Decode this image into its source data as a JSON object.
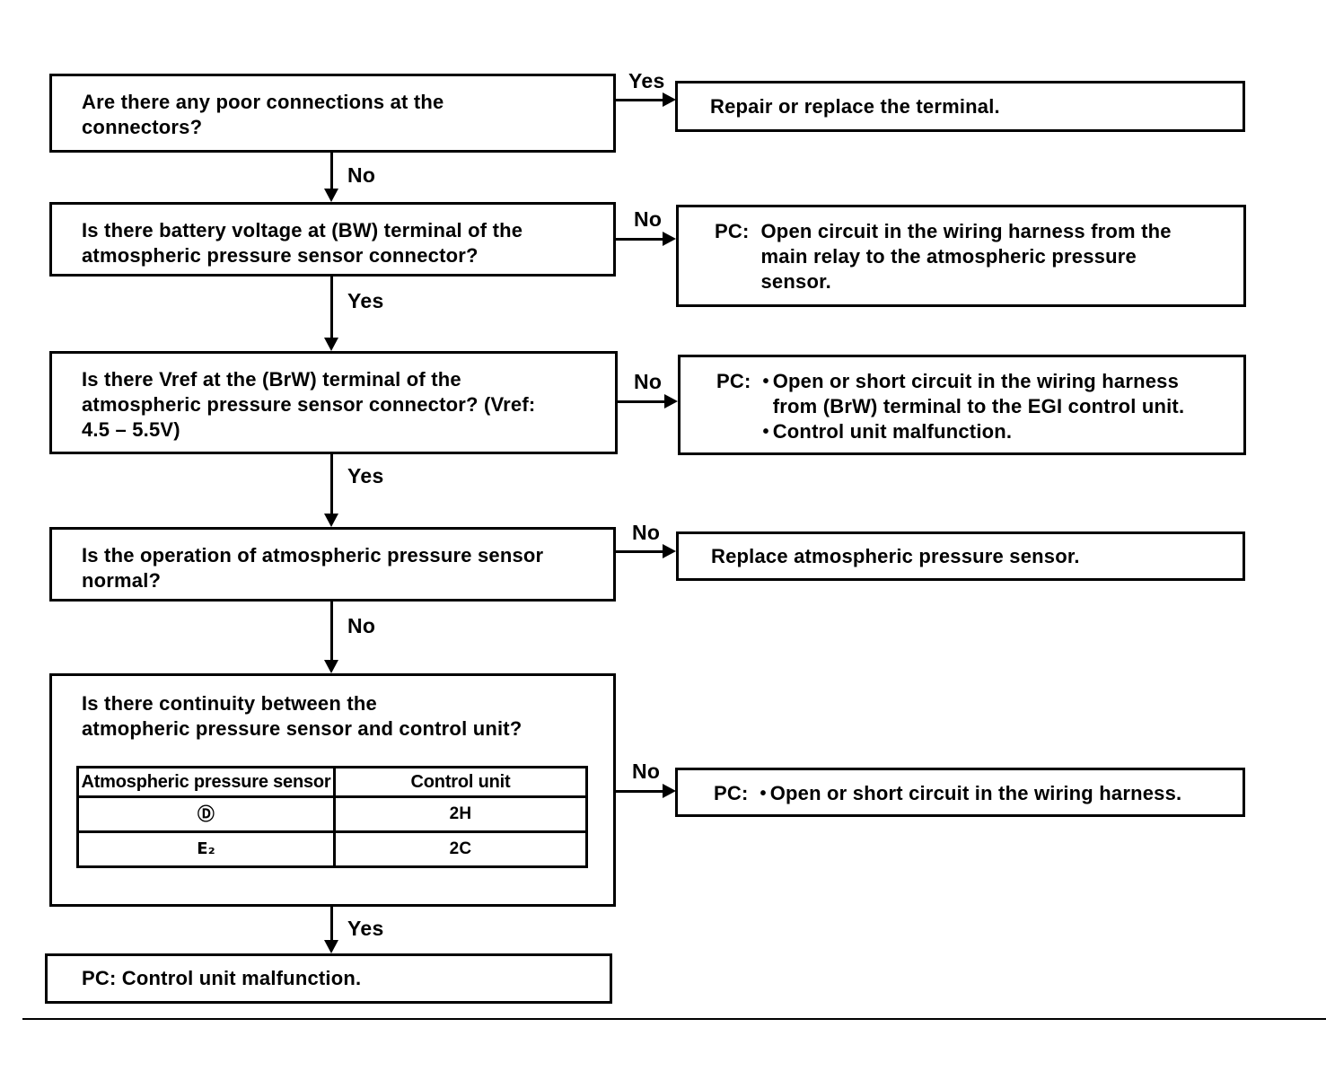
{
  "page": {
    "background": "#ffffff",
    "ink": "#000000",
    "bullet_char": "•"
  },
  "flow": {
    "q1": {
      "text": "Are there any poor connections at the\nconnectors?"
    },
    "r1": {
      "text": "Repair or replace the terminal."
    },
    "q2": {
      "text": "Is there battery voltage at (BW) terminal of the\natmospheric pressure sensor connector?"
    },
    "r2": {
      "prefix": "PC:",
      "text": "Open circuit in the wiring harness from the\nmain relay to the atmospheric pressure\nsensor."
    },
    "q3": {
      "text": "Is there Vref at the (BrW) terminal of the\natmospheric pressure sensor connector? (Vref:\n4.5 – 5.5V)"
    },
    "r3": {
      "prefix": "PC:",
      "bullets": [
        "Open or short circuit in the wiring harness\nfrom (BrW) terminal to the EGI control unit.",
        "Control unit malfunction."
      ]
    },
    "q4": {
      "text": "Is the operation of atmospheric pressure sensor\nnormal?"
    },
    "r4": {
      "text": "Replace atmospheric pressure sensor."
    },
    "q5": {
      "text": "Is there continuity between the\natmopheric pressure sensor and control unit?",
      "table": {
        "headers": [
          "Atmospheric pressure sensor",
          "Control unit"
        ],
        "rows": [
          [
            "Ⓓ",
            "2H"
          ],
          [
            "E₂",
            "2C"
          ]
        ]
      }
    },
    "r5": {
      "prefix": "PC:",
      "bullets": [
        "Open or short circuit in the wiring harness."
      ]
    },
    "final": {
      "text": "PC: Control unit malfunction."
    }
  },
  "edges": {
    "q1_right": "Yes",
    "q1_down": "No",
    "q2_right": "No",
    "q2_down": "Yes",
    "q3_right": "No",
    "q3_down": "Yes",
    "q4_right": "No",
    "q4_down": "No",
    "q5_right": "No",
    "q5_down": "Yes"
  }
}
